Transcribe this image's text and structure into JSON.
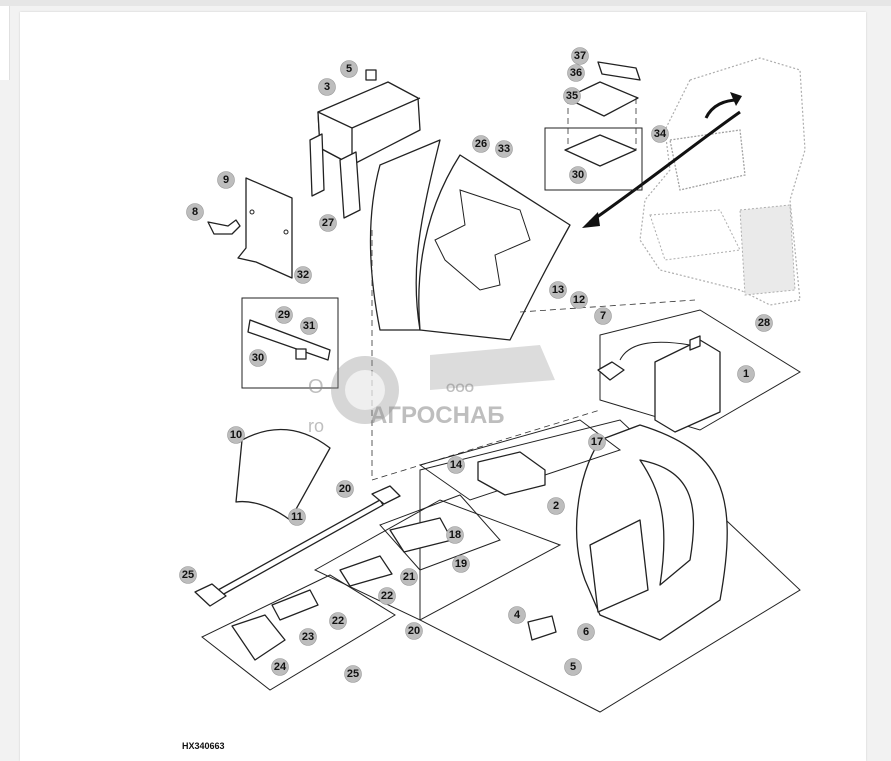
{
  "diagram": {
    "reference": "HX340663",
    "watermark": {
      "prefix": "ООО",
      "name": "АГРОСНАБ",
      "fragment_top": "О",
      "fragment_bottom": "ro"
    },
    "callouts": [
      "1",
      "2",
      "3",
      "4",
      "5",
      "5",
      "6",
      "7",
      "8",
      "9",
      "10",
      "11",
      "12",
      "13",
      "14",
      "17",
      "18",
      "19",
      "20",
      "20",
      "21",
      "22",
      "22",
      "23",
      "24",
      "25",
      "25",
      "26",
      "27",
      "28",
      "29",
      "30",
      "30",
      "31",
      "32",
      "33",
      "34",
      "35",
      "36",
      "37"
    ]
  }
}
